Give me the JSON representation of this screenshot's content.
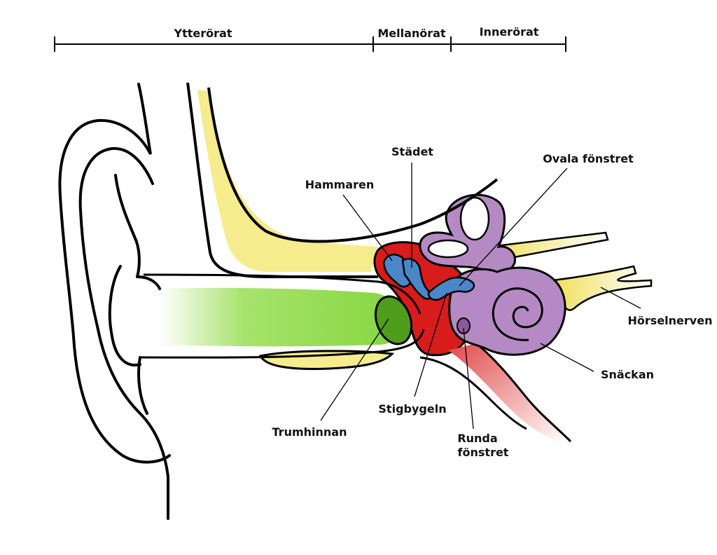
{
  "sections": {
    "outer": "Ytterörat",
    "middle": "Mellanörat",
    "inner": "Innerörat"
  },
  "labels": {
    "incus": "Städet",
    "oval_window": "Ovala fönstret",
    "malleus": "Hammaren",
    "auditory_nerve": "Hörselnerven",
    "cochlea": "Snäckan",
    "stapes": "Stigbygeln",
    "eardrum": "Trumhinnan",
    "round_window_1": "Runda",
    "round_window_2": "fönstret"
  },
  "colors": {
    "outline": "#000000",
    "bone": "#f6ec8e",
    "canal": "#8fdd4f",
    "eardrum": "#4f9d1c",
    "middle_ear": "#d81b1b",
    "ossicles": "#4a86c8",
    "inner_ear": "#b58ac4",
    "nerve": "#f4e36b",
    "tube": "#ef8a8a"
  }
}
